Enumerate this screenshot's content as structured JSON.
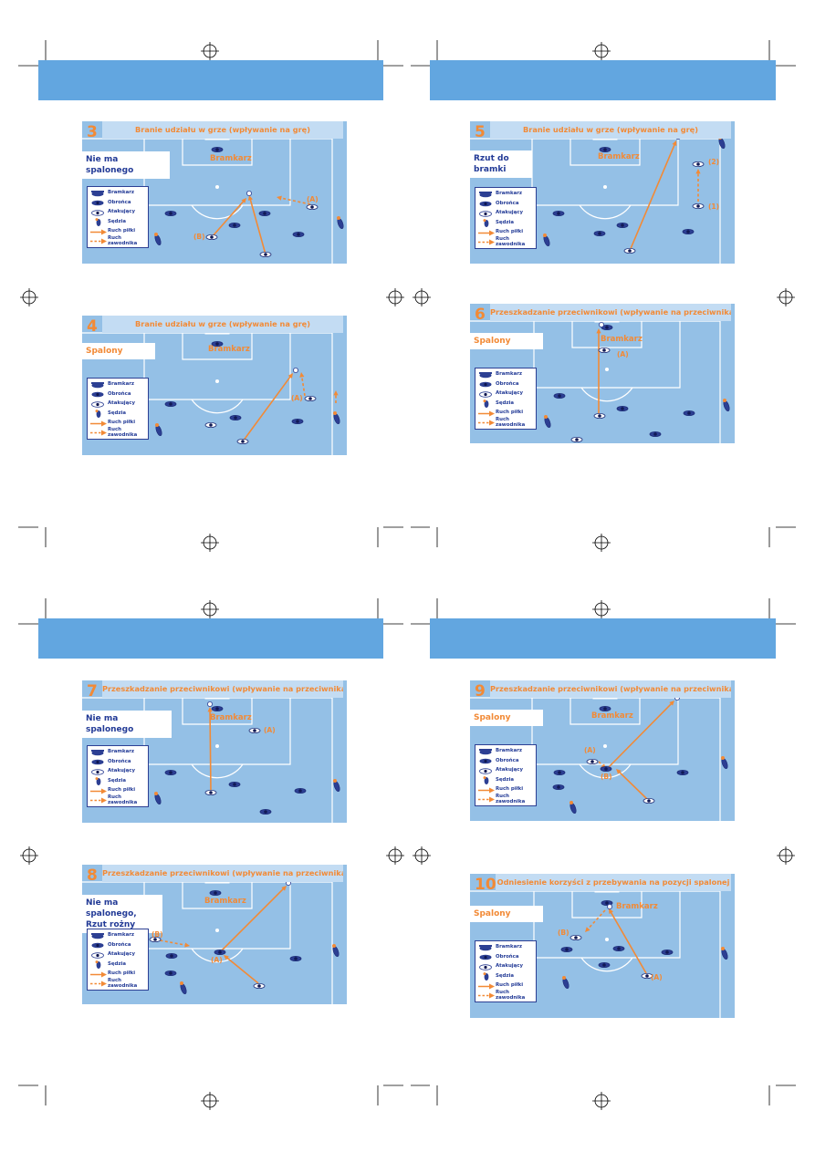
{
  "colors": {
    "header_bar": "#62a6e0",
    "pitch": "#94c0e6",
    "accent": "#f28a36",
    "navy": "#223a96"
  },
  "legend": {
    "goalkeeper": "Bramkarz",
    "defender": "Obrońca",
    "attacker": "Atakujący",
    "referee": "Sędzia",
    "ball_move": "Ruch piłki",
    "player_move": "Ruch zawodnika"
  },
  "panels": [
    {
      "number": "3",
      "title": "Branie udziału w grze (wpływanie na grę)",
      "verdict": "Nie ma spalonego",
      "offside": false,
      "goalkeeper_label": "Bramkarz",
      "labels": [
        "(A)",
        "(B)"
      ]
    },
    {
      "number": "4",
      "title": "Branie udziału w grze (wpływanie na grę)",
      "verdict": "Spalony",
      "offside": true,
      "goalkeeper_label": "Bramkarz",
      "labels": [
        "(A)"
      ]
    },
    {
      "number": "5",
      "title": "Branie udziału w grze (wpływanie na grę)",
      "verdict": "Rzut do bramki",
      "offside": false,
      "goalkeeper_label": "Bramkarz",
      "labels": [
        "(2)",
        "(1)"
      ]
    },
    {
      "number": "6",
      "title": "Przeszkadzanie przeciwnikowi (wpływanie na przeciwnika)",
      "verdict": "Spalony",
      "offside": true,
      "goalkeeper_label": "Bramkarz",
      "labels": [
        "(A)"
      ]
    },
    {
      "number": "7",
      "title": "Przeszkadzanie przeciwnikowi (wpływanie na przeciwnika)",
      "verdict": "Nie ma spalonego",
      "offside": false,
      "goalkeeper_label": "Bramkarz",
      "labels": [
        "(A)"
      ]
    },
    {
      "number": "9",
      "title": "Przeszkadzanie przeciwnikowi (wpływanie na przeciwnika)",
      "verdict": "Spalony",
      "offside": true,
      "goalkeeper_label": "Bramkarz",
      "labels": [
        "(A)",
        "(B)"
      ]
    },
    {
      "number": "8",
      "title": "Przeszkadzanie przeciwnikowi (wpływanie na przeciwnika)",
      "verdict": "Nie ma spalonego, Rzut rożny",
      "offside": false,
      "goalkeeper_label": "Bramkarz",
      "labels": [
        "(B)",
        "(A)"
      ]
    },
    {
      "number": "10",
      "title": "Odniesienie korzyści z przebywania na pozycji spalonej",
      "verdict": "Spalony",
      "offside": true,
      "goalkeeper_label": "Bramkarz",
      "labels": [
        "(B)",
        "(A)"
      ]
    }
  ]
}
